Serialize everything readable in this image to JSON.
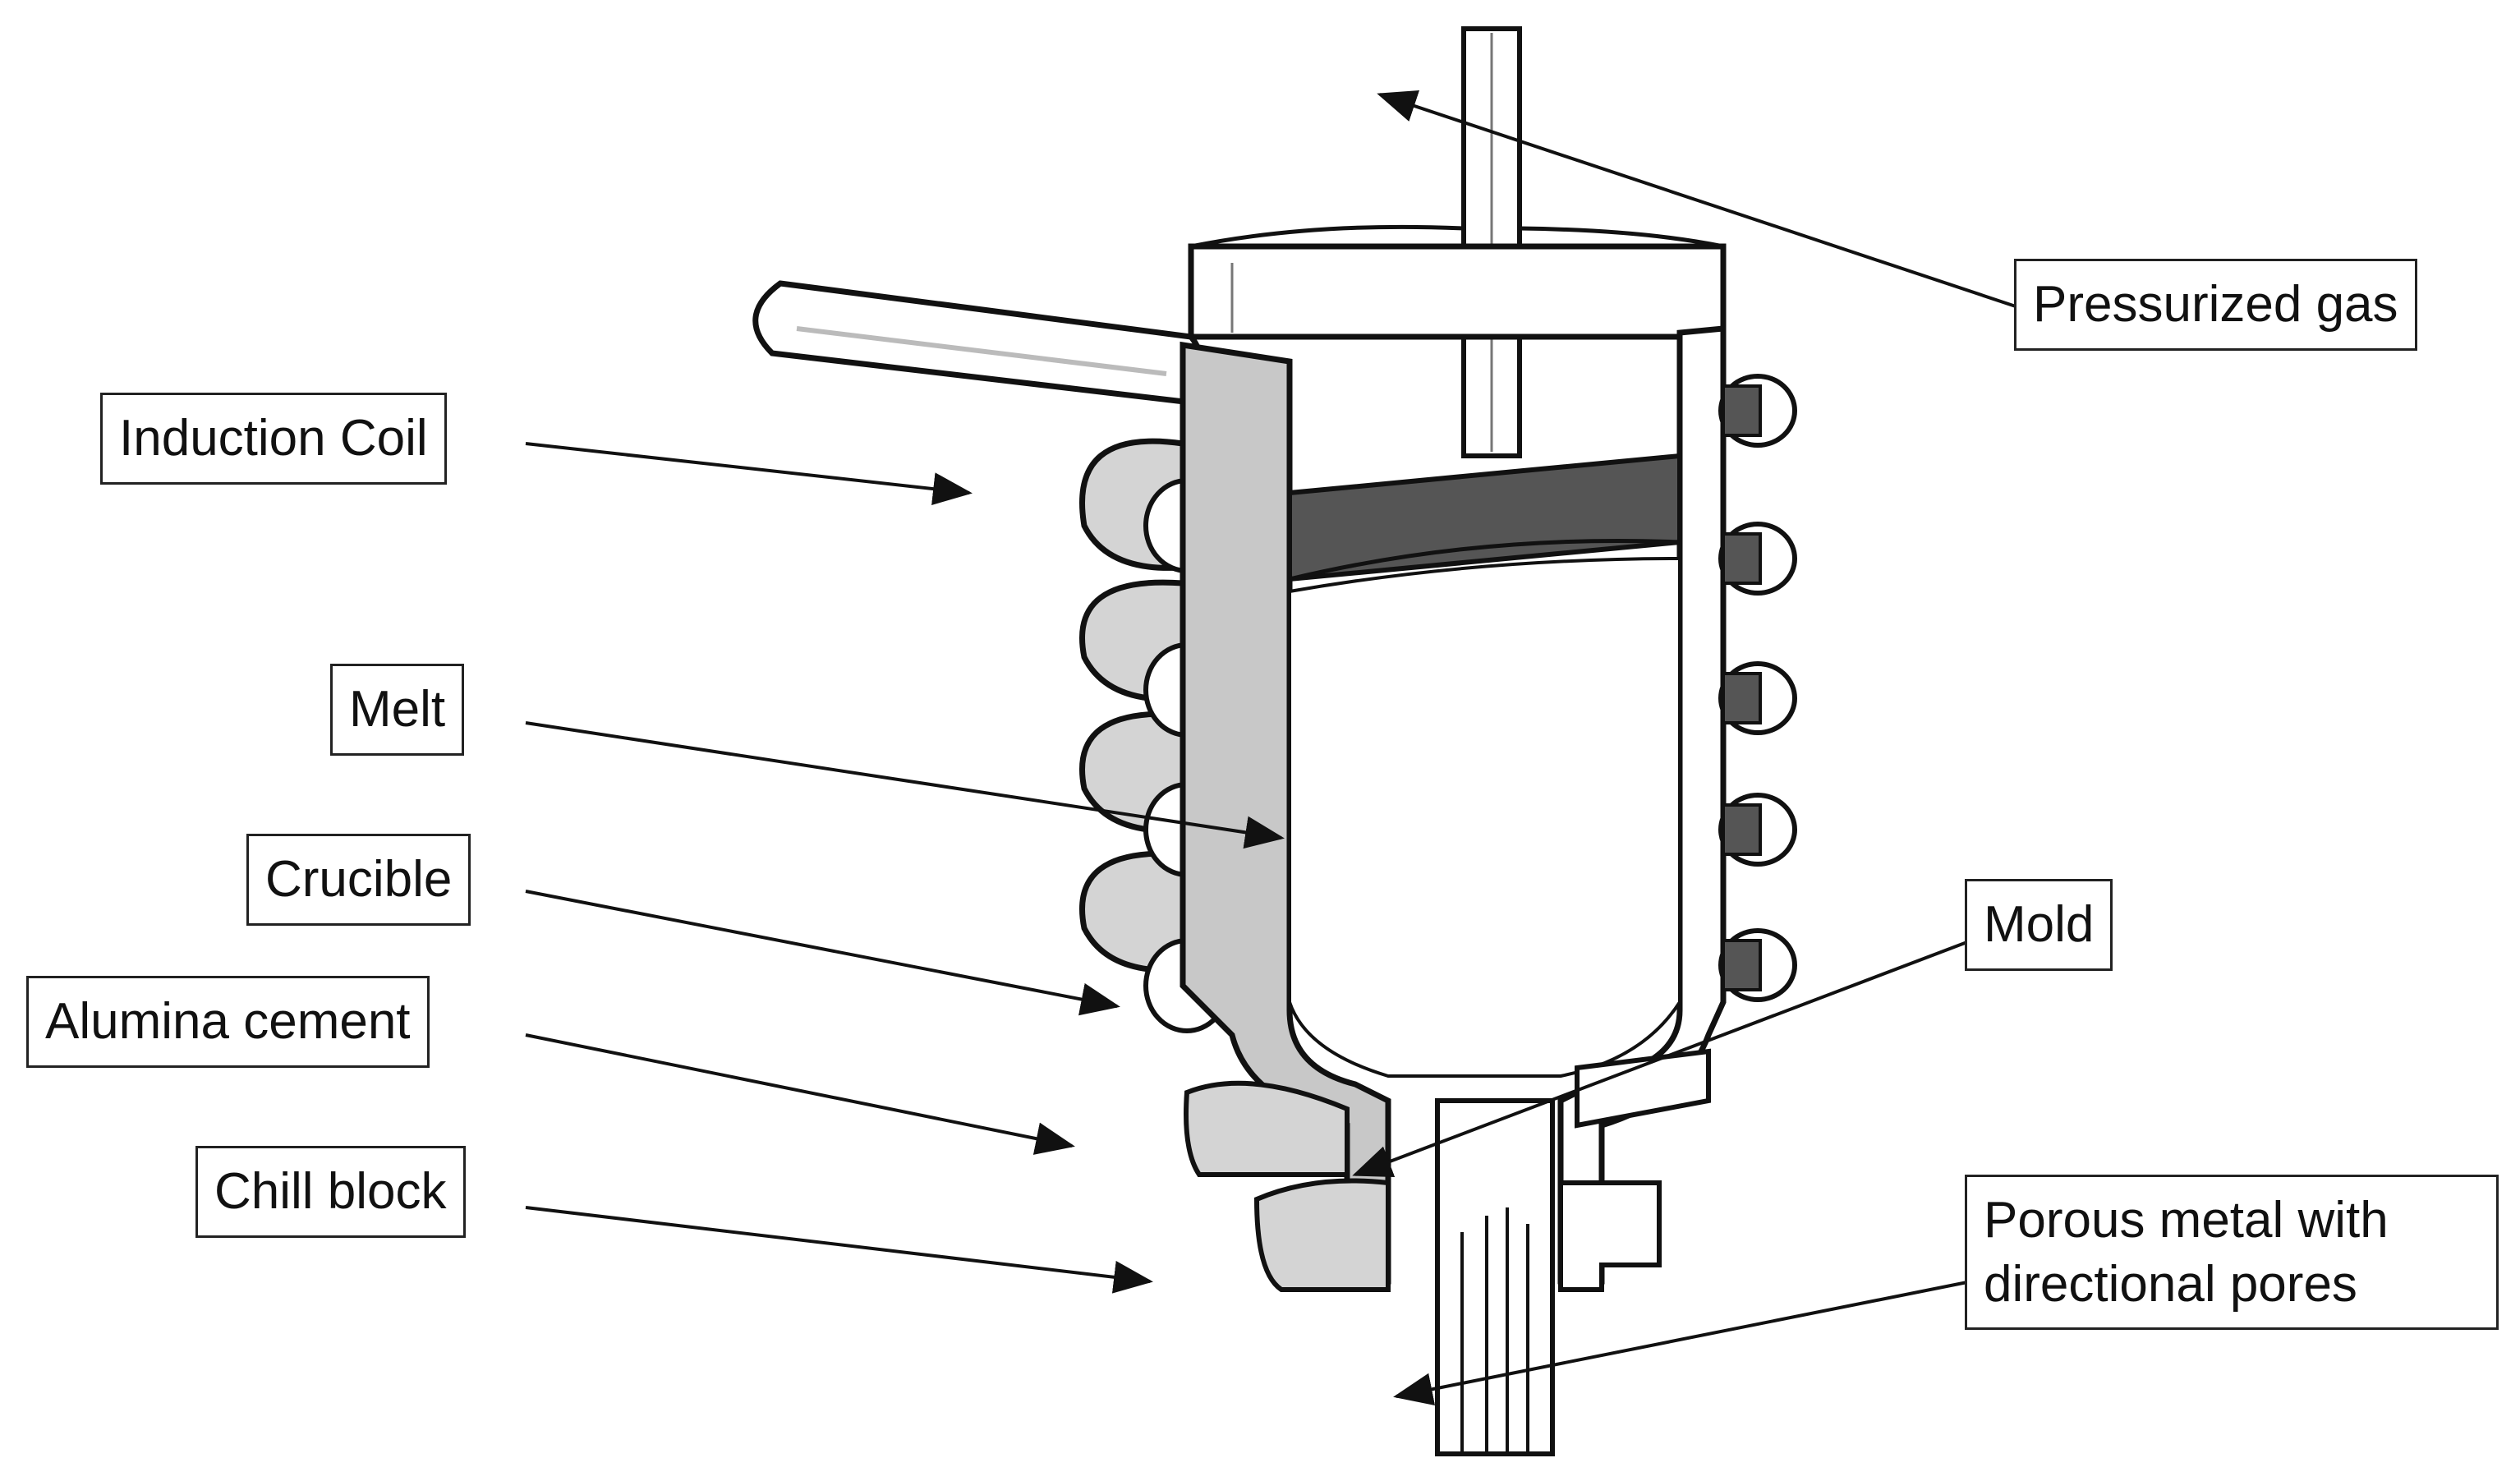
{
  "labels": {
    "induction_coil": "Induction Coil",
    "melt": "Melt",
    "crucible": "Crucible",
    "alumina_cement": "Alumina cement",
    "chill_block": "Chill block",
    "pressurized_gas": "Pressurized gas",
    "mold": "Mold",
    "porous_metal_line1": "Porous metal with",
    "porous_metal_line2": "directional pores"
  },
  "colors": {
    "line": "#111111",
    "shade_dark": "#555555",
    "shade_mid": "#9a9a9a",
    "shade_light": "#d4d4d4",
    "background": "#ffffff"
  }
}
